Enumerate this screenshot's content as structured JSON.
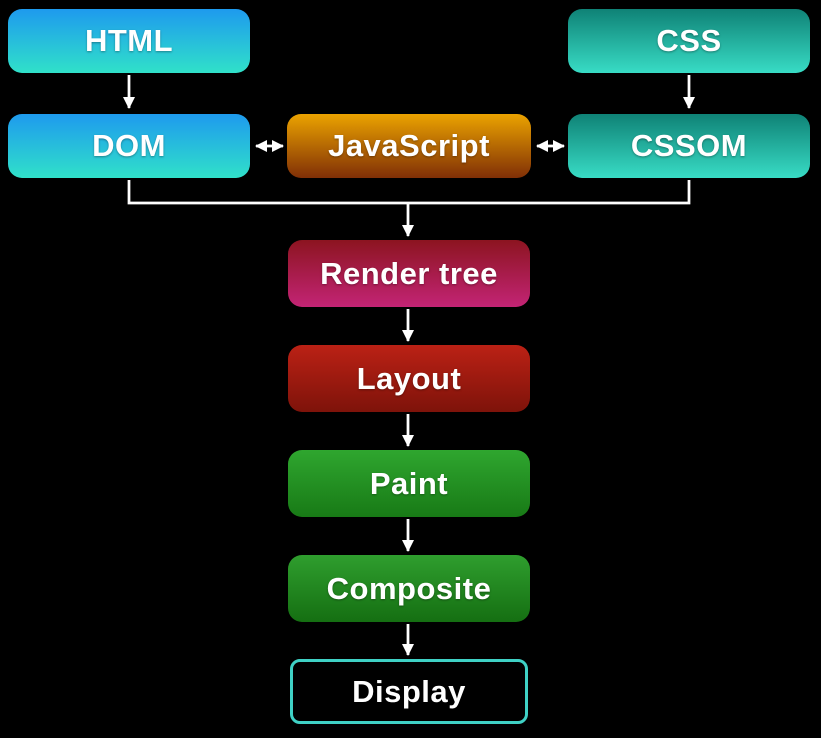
{
  "canvas": {
    "background": "#000000",
    "connector_color": "#ffffff"
  },
  "nodes": {
    "html": {
      "label": "HTML",
      "gradient": [
        "#1e9aee",
        "#30e1c9"
      ]
    },
    "css": {
      "label": "CSS",
      "gradient": [
        "#0f8276",
        "#38dcc5"
      ]
    },
    "dom": {
      "label": "DOM",
      "gradient": [
        "#1e9aee",
        "#30e1c9"
      ]
    },
    "javascript": {
      "label": "JavaScript",
      "gradient": [
        "#eba300",
        "#802f06"
      ]
    },
    "cssom": {
      "label": "CSSOM",
      "gradient": [
        "#0f8276",
        "#38dcc5"
      ]
    },
    "render_tree": {
      "label": "Render tree",
      "gradient": [
        "#8c1420",
        "#c32475"
      ]
    },
    "layout": {
      "label": "Layout",
      "gradient": [
        "#bb2115",
        "#7e130a"
      ]
    },
    "paint": {
      "label": "Paint",
      "gradient": [
        "#2fa62f",
        "#187a16"
      ]
    },
    "composite": {
      "label": "Composite",
      "gradient": [
        "#2f9e2e",
        "#156f12"
      ]
    },
    "display": {
      "label": "Display",
      "background": "#000000",
      "border_color": "#3fd1c5"
    }
  },
  "edges": [
    {
      "from": "HTML",
      "to": "DOM",
      "type": "arrow"
    },
    {
      "from": "CSS",
      "to": "CSSOM",
      "type": "arrow"
    },
    {
      "from": "DOM",
      "to": "JavaScript",
      "type": "double-arrow"
    },
    {
      "from": "JavaScript",
      "to": "CSSOM",
      "type": "double-arrow"
    },
    {
      "from": "DOM",
      "to": "Render tree",
      "type": "merge-arrow"
    },
    {
      "from": "CSSOM",
      "to": "Render tree",
      "type": "merge-arrow"
    },
    {
      "from": "Render tree",
      "to": "Layout",
      "type": "arrow"
    },
    {
      "from": "Layout",
      "to": "Paint",
      "type": "arrow"
    },
    {
      "from": "Paint",
      "to": "Composite",
      "type": "arrow"
    },
    {
      "from": "Composite",
      "to": "Display",
      "type": "arrow"
    }
  ]
}
